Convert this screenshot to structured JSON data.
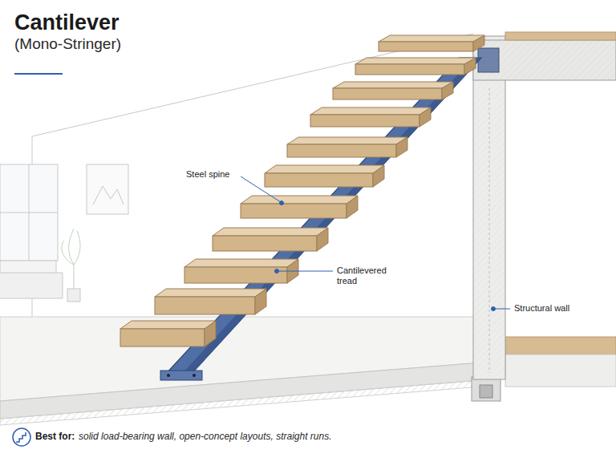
{
  "diagram": {
    "title": "Cantilever",
    "labels": [
      "(Mono-Stringer)",
      "Steel spine",
      "Cantilevered tread",
      "Structural wall",
      "Best for:",
      "solid load-bearing wall, open-concept layouts, straight runs."
    ]
  }
}
